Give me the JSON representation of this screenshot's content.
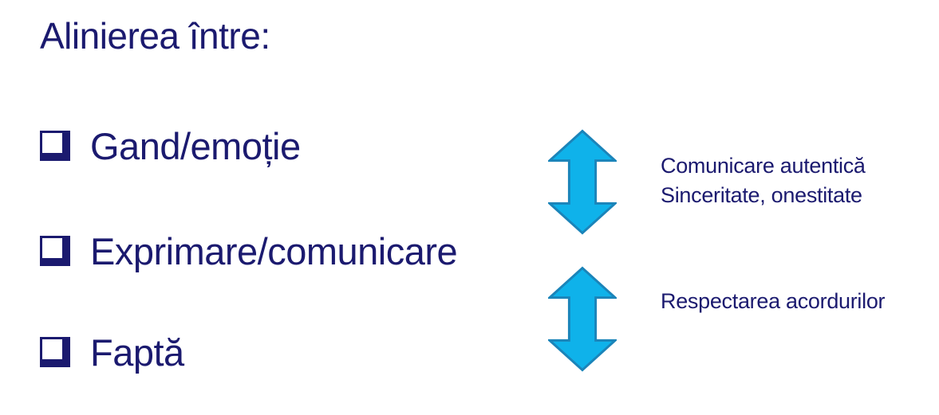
{
  "slide": {
    "title": "Alinierea între:",
    "bullets": [
      {
        "label": "Gand/emoție"
      },
      {
        "label": "Exprimare/comunicare"
      },
      {
        "label": "Faptă"
      }
    ],
    "annotations": [
      {
        "lines": [
          "Comunicare autentică",
          "Sinceritate, onestitate"
        ]
      },
      {
        "lines": [
          "Respectarea acordurilor"
        ]
      }
    ],
    "icons": {
      "bullet": "shadowed-checkbox-square",
      "arrow": "double-headed-vertical-arrow"
    },
    "colors": {
      "background": "#FFFFFF",
      "text": "#1B1A6F",
      "arrow_fill": "#0FB2EA",
      "arrow_stroke": "#1B84B9"
    }
  }
}
